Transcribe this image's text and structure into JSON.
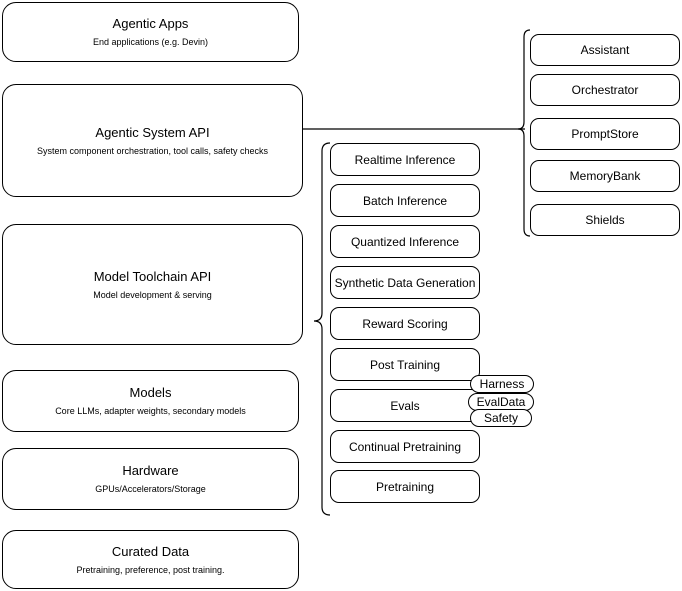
{
  "diagram": {
    "type": "layered-architecture",
    "background": "#ffffff",
    "stroke_color": "#000000",
    "stack_layers": [
      {
        "title": "Agentic Apps",
        "subtitle": "End applications (e.g. Devin)"
      },
      {
        "title": "Agentic System API",
        "subtitle": "System component orchestration, tool calls, safety checks"
      },
      {
        "title": "Model Toolchain API",
        "subtitle": "Model development & serving"
      },
      {
        "title": "Models",
        "subtitle": "Core LLMs, adapter weights, secondary models"
      },
      {
        "title": "Hardware",
        "subtitle": "GPUs/Accelerators/Storage"
      },
      {
        "title": "Curated Data",
        "subtitle": "Pretraining, preference, post training."
      }
    ],
    "toolchain_components": [
      {
        "label": "Realtime Inference"
      },
      {
        "label": "Batch Inference"
      },
      {
        "label": "Quantized Inference"
      },
      {
        "label": "Synthetic Data Generation"
      },
      {
        "label": "Reward Scoring"
      },
      {
        "label": "Post Training"
      },
      {
        "label": "Evals"
      },
      {
        "label": "Continual Pretraining"
      },
      {
        "label": "Pretraining"
      }
    ],
    "system_components": [
      {
        "label": "Assistant"
      },
      {
        "label": "Orchestrator"
      },
      {
        "label": "PromptStore"
      },
      {
        "label": "MemoryBank"
      },
      {
        "label": "Shields"
      }
    ],
    "evals_subcomponents": [
      {
        "label": "Harness"
      },
      {
        "label": "EvalData"
      },
      {
        "label": "Safety"
      }
    ]
  }
}
